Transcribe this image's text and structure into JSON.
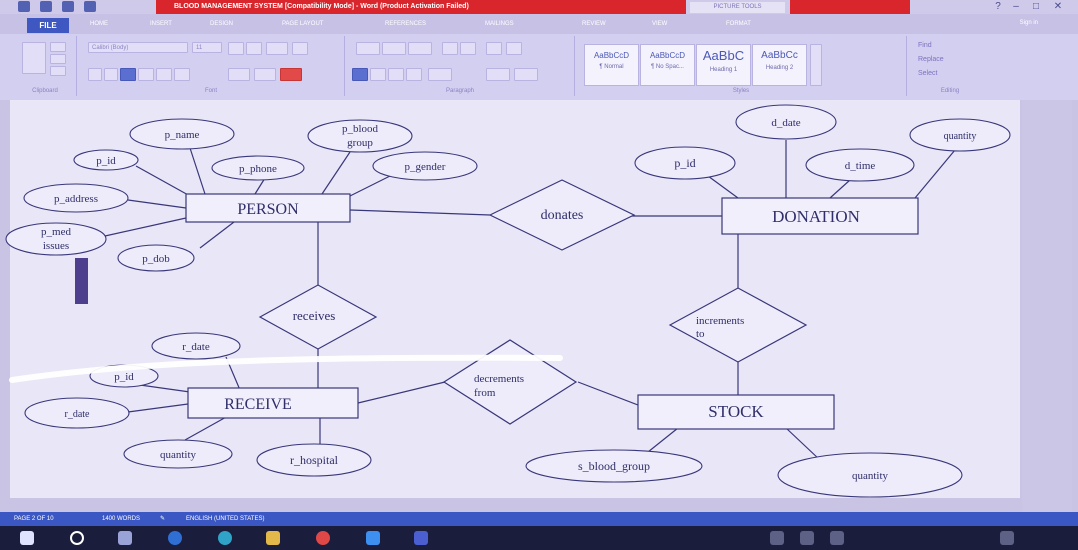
{
  "window": {
    "title": "BLOOD MANAGEMENT SYSTEM [Compatibility Mode] - Word (Product Activation Failed)",
    "tools_tab": "PICTURE TOOLS",
    "sign_in": "Sign in"
  },
  "tabs": [
    "FILE",
    "HOME",
    "INSERT",
    "DESIGN",
    "PAGE LAYOUT",
    "REFERENCES",
    "MAILINGS",
    "REVIEW",
    "VIEW",
    "FORMAT"
  ],
  "ribbon": {
    "font_name": "Calibri (Body)",
    "font_size": "11",
    "groups": [
      "Clipboard",
      "Font",
      "Paragraph",
      "Styles",
      "Editing"
    ],
    "styles": [
      {
        "sample": "AaBbCcD",
        "name": "¶ Normal"
      },
      {
        "sample": "AaBbCcD",
        "name": "¶ No Spac..."
      },
      {
        "sample": "AaBbC",
        "name": "Heading 1"
      },
      {
        "sample": "AaBbCc",
        "name": "Heading 2"
      }
    ],
    "editing": [
      "Find",
      "Replace",
      "Select"
    ]
  },
  "diagram": {
    "entities": {
      "person": "PERSON",
      "donation": "DONATION",
      "receive": "RECEIVE",
      "stock": "STOCK"
    },
    "relationships": {
      "donates": "donates",
      "receives": "receives",
      "increments_l1": "increments",
      "increments_l2": "to",
      "decrements_l1": "decrements",
      "decrements_l2": "from"
    },
    "attributes": {
      "p_name": "p_name",
      "p_id": "p_id",
      "p_blood_l1": "p_blood",
      "p_blood_l2": "group",
      "p_phone": "p_phone",
      "p_gender": "p_gender",
      "p_address": "p_address",
      "p_med_l1": "p_med",
      "p_med_l2": "issues",
      "p_dob": "p_dob",
      "don_p_id": "p_id",
      "d_date": "d_date",
      "d_time": "d_time",
      "don_quantity": "quantity",
      "r_date": "r_date",
      "rec_p_id": "p_id",
      "rec_r_date": "r_date",
      "rec_quantity": "quantity",
      "r_hospital": "r_hospital",
      "s_blood_group": "s_blood_group",
      "stock_quantity": "quantity"
    }
  },
  "status": {
    "page": "PAGE 2 OF 10",
    "words": "1400 WORDS",
    "language": "ENGLISH (UNITED STATES)"
  }
}
